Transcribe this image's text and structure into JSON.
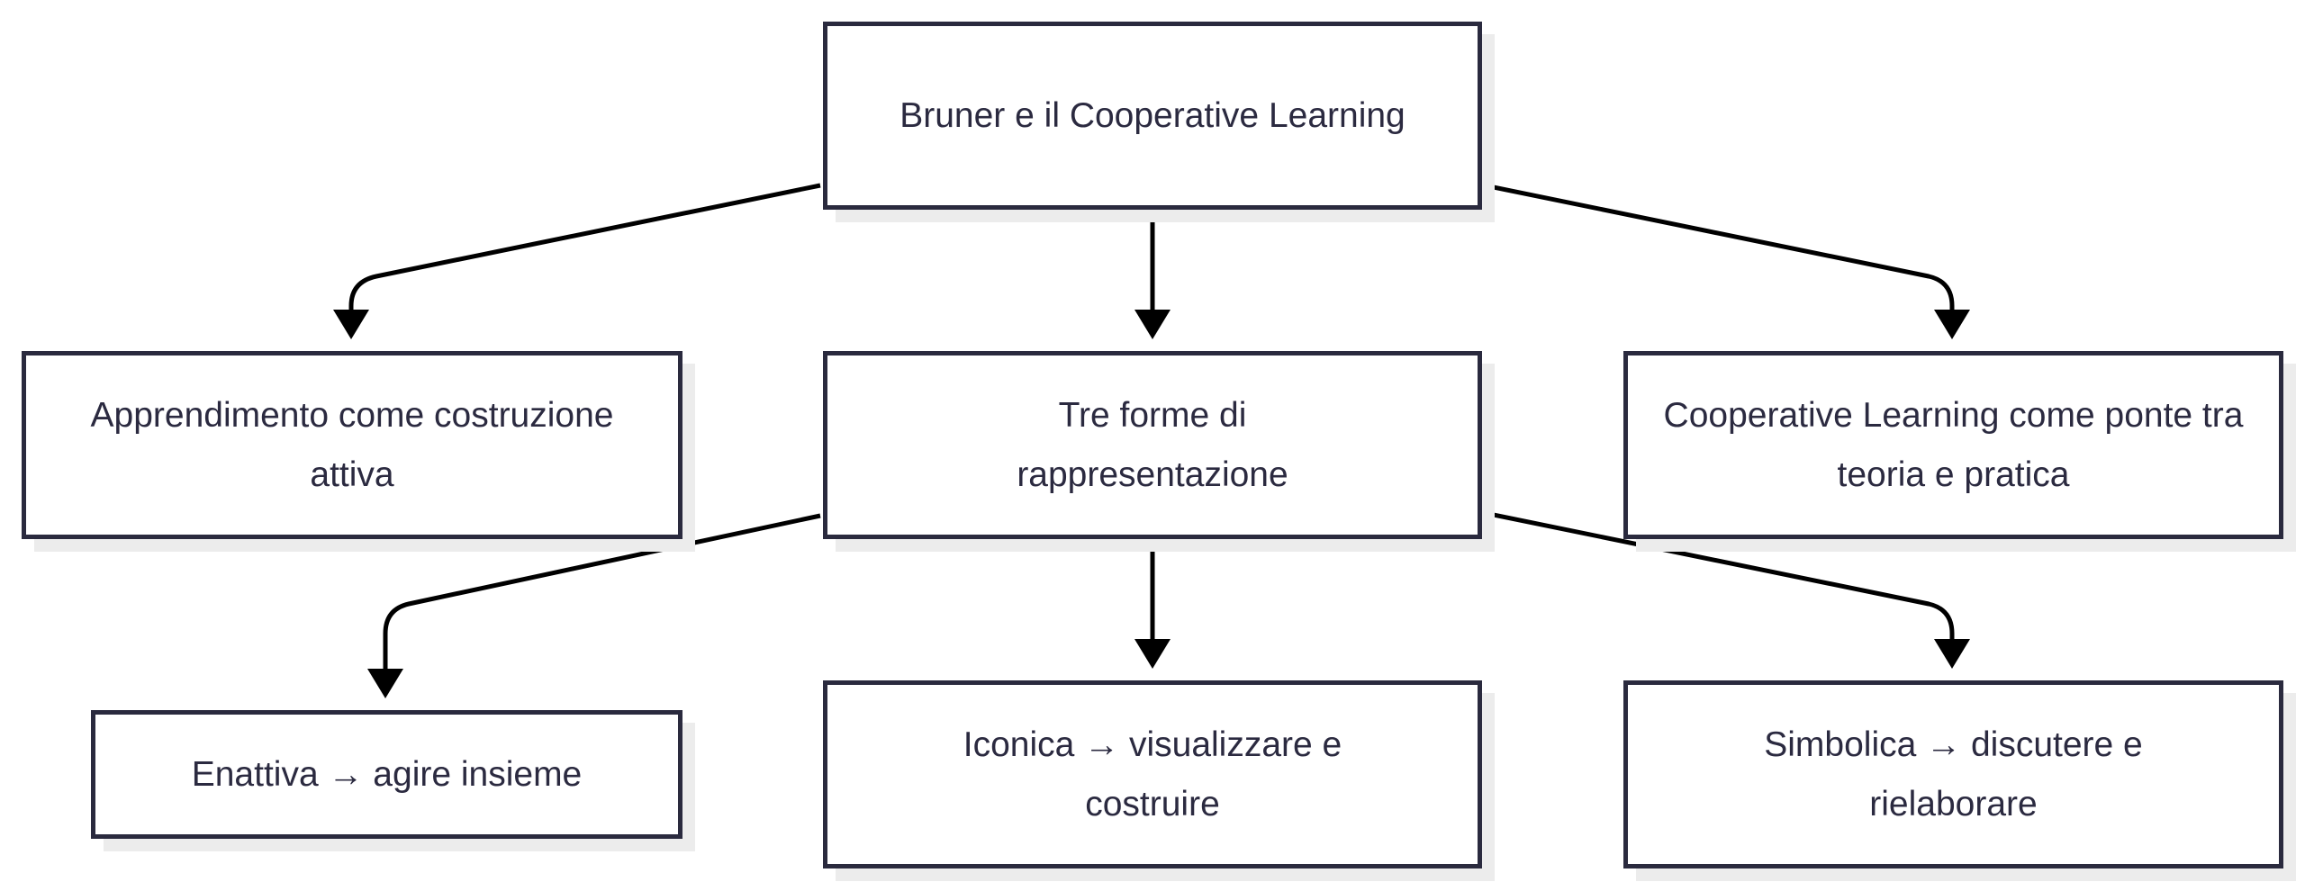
{
  "nodes": {
    "root": "Bruner e il Cooperative Learning",
    "apprendimento": "Apprendimento come costruzione attiva",
    "tre_forme": "Tre forme di rappresentazione",
    "cooperative": "Cooperative Learning come ponte tra teoria e pratica",
    "enattiva": "Enattiva → agire insieme",
    "iconica": "Iconica → visualizzare e costruire",
    "simbolica": "Simbolica → discutere e rielaborare"
  },
  "colors": {
    "border": "#2a2a3e",
    "text": "#2b2a40",
    "edge": "#000000",
    "shadow": "#ececec"
  }
}
